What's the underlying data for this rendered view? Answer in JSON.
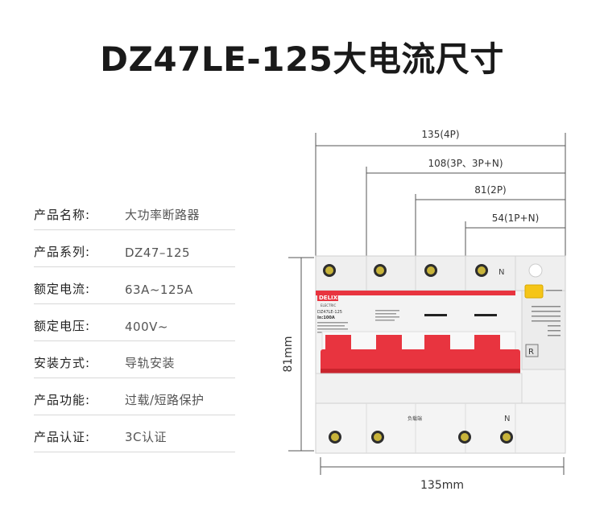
{
  "title": "DZ47LE-125大电流尺寸",
  "specs": [
    {
      "label": "产品名称:",
      "value": "大功率断路器"
    },
    {
      "label": "产品系列:",
      "value": "DZ47–125"
    },
    {
      "label": "额定电流:",
      "value": "63A~125A"
    },
    {
      "label": "额定电压:",
      "value": "400V~"
    },
    {
      "label": "安装方式:",
      "value": "导轨安装"
    },
    {
      "label": "产品功能:",
      "value": "过载/短路保护"
    },
    {
      "label": "产品认证:",
      "value": "3C认证"
    }
  ],
  "dimensions": {
    "d4p": "135(4P)",
    "d3p": "108(3P、3P+N)",
    "d2p": "81(2P)",
    "d1p": "54(1P+N)",
    "height": "81mm",
    "width": "135mm"
  },
  "device": {
    "brand": "DELIXI",
    "brand_sub": "ELECTRIC",
    "model": "DZ47LE-125",
    "rating": "In:100A",
    "neutral_mark_top": "N",
    "neutral_mark_bottom": "N",
    "reset_mark": "R",
    "load_side": "负载端",
    "colors": {
      "accent": "#e8343f",
      "test_button": "#f5c518",
      "body": "#f1f1f1",
      "terminal": "#c7b33a"
    }
  }
}
